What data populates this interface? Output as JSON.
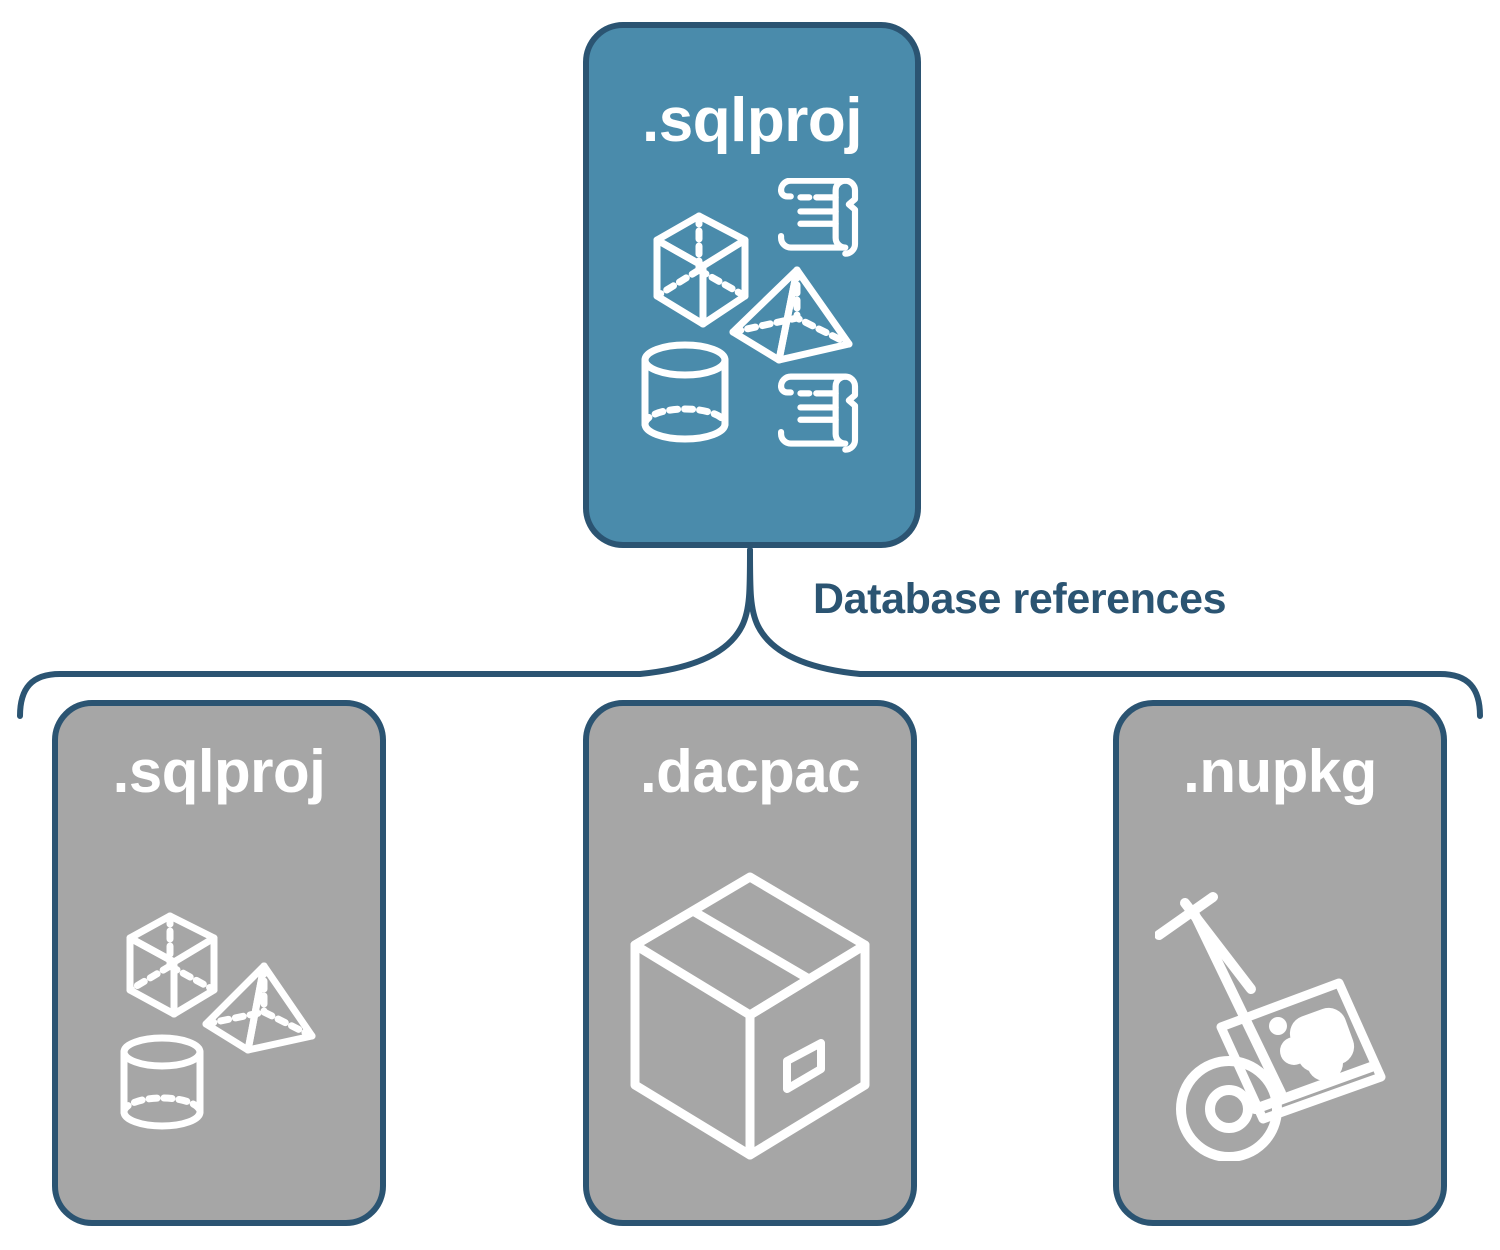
{
  "diagram": {
    "title": "Database references",
    "colors": {
      "primary_fill": "#4a8bab",
      "secondary_fill": "#a6a6a6",
      "border": "#2b5472",
      "label_text": "#2b5472",
      "icon_stroke": "#ffffff"
    }
  },
  "root_node": {
    "label": ".sqlproj",
    "icons": [
      "cube-wireframe-icon",
      "pyramid-wireframe-icon",
      "cylinder-wireframe-icon",
      "scroll-icon",
      "scroll-icon"
    ]
  },
  "connector": {
    "label": "Database references",
    "style": "curly-brace"
  },
  "reference_nodes": [
    {
      "label": ".sqlproj",
      "icons": [
        "cube-wireframe-icon",
        "pyramid-wireframe-icon",
        "cylinder-wireframe-icon"
      ]
    },
    {
      "label": ".dacpac",
      "icons": [
        "package-box-icon"
      ]
    },
    {
      "label": ".nupkg",
      "icons": [
        "hand-truck-package-icon"
      ]
    }
  ]
}
